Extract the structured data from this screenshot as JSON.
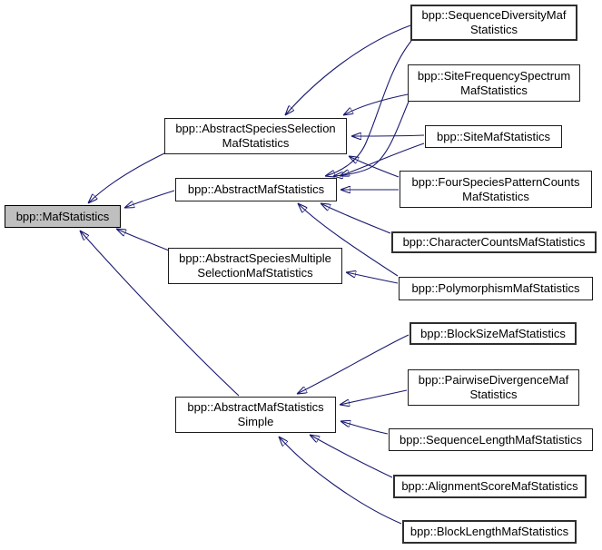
{
  "diagram": {
    "kind": "class-inheritance-graph",
    "colors": {
      "edge": "#191970",
      "root_node_fill": "#bfbfbf",
      "node_fill": "#ffffff",
      "node_border": "#000000",
      "text": "#000000",
      "background": "#ffffff"
    },
    "nodes": {
      "maf": {
        "line1": "bpp::MafStatistics"
      },
      "assel": {
        "line1": "bpp::AbstractSpeciesSelection",
        "line2": "MafStatistics"
      },
      "amaf": {
        "line1": "bpp::AbstractMafStatistics"
      },
      "asmul": {
        "line1": "bpp::AbstractSpeciesMultiple",
        "line2": "SelectionMafStatistics"
      },
      "asimple": {
        "line1": "bpp::AbstractMafStatistics",
        "line2": "Simple"
      },
      "seqdiv": {
        "line1": "bpp::SequenceDiversityMaf",
        "line2": "Statistics"
      },
      "sfs": {
        "line1": "bpp::SiteFrequencySpectrum",
        "line2": "MafStatistics"
      },
      "sitemaf": {
        "line1": "bpp::SiteMafStatistics"
      },
      "fourspecies": {
        "line1": "bpp::FourSpeciesPatternCounts",
        "line2": "MafStatistics"
      },
      "charcounts": {
        "line1": "bpp::CharacterCountsMafStatistics"
      },
      "polymorphism": {
        "line1": "bpp::PolymorphismMafStatistics"
      },
      "blocksize": {
        "line1": "bpp::BlockSizeMafStatistics"
      },
      "pairwise": {
        "line1": "bpp::PairwiseDivergenceMaf",
        "line2": "Statistics"
      },
      "seqlen": {
        "line1": "bpp::SequenceLengthMafStatistics"
      },
      "alignscore": {
        "line1": "bpp::AlignmentScoreMafStatistics"
      },
      "blocklen": {
        "line1": "bpp::BlockLengthMafStatistics"
      }
    },
    "edges": [
      {
        "from": "bpp::AbstractSpeciesSelectionMafStatistics",
        "to": "bpp::MafStatistics"
      },
      {
        "from": "bpp::AbstractMafStatistics",
        "to": "bpp::MafStatistics"
      },
      {
        "from": "bpp::AbstractSpeciesMultipleSelectionMafStatistics",
        "to": "bpp::MafStatistics"
      },
      {
        "from": "bpp::AbstractMafStatisticsSimple",
        "to": "bpp::MafStatistics"
      },
      {
        "from": "bpp::SequenceDiversityMafStatistics",
        "to": "bpp::AbstractSpeciesSelectionMafStatistics"
      },
      {
        "from": "bpp::SequenceDiversityMafStatistics",
        "to": "bpp::AbstractMafStatistics"
      },
      {
        "from": "bpp::SiteFrequencySpectrumMafStatistics",
        "to": "bpp::AbstractSpeciesSelectionMafStatistics"
      },
      {
        "from": "bpp::SiteFrequencySpectrumMafStatistics",
        "to": "bpp::AbstractMafStatistics"
      },
      {
        "from": "bpp::SiteMafStatistics",
        "to": "bpp::AbstractSpeciesSelectionMafStatistics"
      },
      {
        "from": "bpp::SiteMafStatistics",
        "to": "bpp::AbstractMafStatistics"
      },
      {
        "from": "bpp::FourSpeciesPatternCountsMafStatistics",
        "to": "bpp::AbstractSpeciesSelectionMafStatistics"
      },
      {
        "from": "bpp::FourSpeciesPatternCountsMafStatistics",
        "to": "bpp::AbstractMafStatistics"
      },
      {
        "from": "bpp::CharacterCountsMafStatistics",
        "to": "bpp::AbstractMafStatistics"
      },
      {
        "from": "bpp::PolymorphismMafStatistics",
        "to": "bpp::AbstractMafStatistics"
      },
      {
        "from": "bpp::PolymorphismMafStatistics",
        "to": "bpp::AbstractSpeciesMultipleSelectionMafStatistics"
      },
      {
        "from": "bpp::BlockSizeMafStatistics",
        "to": "bpp::AbstractMafStatisticsSimple"
      },
      {
        "from": "bpp::PairwiseDivergenceMafStatistics",
        "to": "bpp::AbstractMafStatisticsSimple"
      },
      {
        "from": "bpp::SequenceLengthMafStatistics",
        "to": "bpp::AbstractMafStatisticsSimple"
      },
      {
        "from": "bpp::AlignmentScoreMafStatistics",
        "to": "bpp::AbstractMafStatisticsSimple"
      },
      {
        "from": "bpp::BlockLengthMafStatistics",
        "to": "bpp::AbstractMafStatisticsSimple"
      }
    ]
  }
}
